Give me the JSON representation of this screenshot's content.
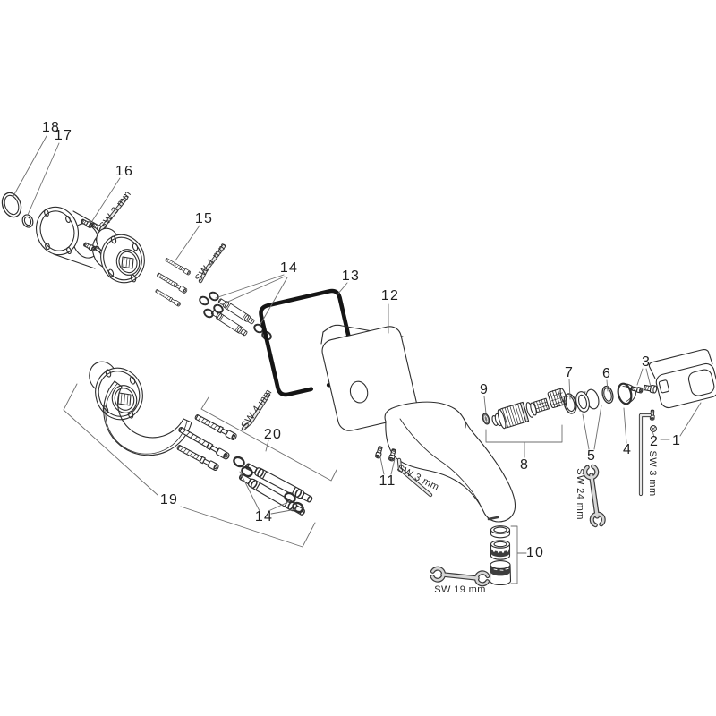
{
  "page": {
    "background": "#ffffff",
    "line_color": "#2e2e2e",
    "gasket_color": "#151515",
    "tool_fill": "#d6d6d6",
    "dark_band": "#3d3d3d"
  },
  "labels": {
    "p1": "1",
    "p2": "2",
    "p3": "3",
    "p4": "4",
    "p5": "5",
    "p6": "6",
    "p7": "7",
    "p8": "8",
    "p9": "9",
    "p10": "10",
    "p11": "11",
    "p12": "12",
    "p13": "13",
    "p14a": "14",
    "p14b": "14",
    "p15": "15",
    "p16": "16",
    "p17": "17",
    "p18": "18",
    "p19": "19",
    "p20": "20",
    "sw3_top": "SW 3 mm",
    "sw4_top": "SW 4 mm",
    "sw4_mid": "SW 4 mm",
    "sw3_spout": "SW 3 mm",
    "sw3_handle": "SW 3 mm",
    "sw24": "SW 24 mm",
    "sw19": "SW 19 mm"
  }
}
